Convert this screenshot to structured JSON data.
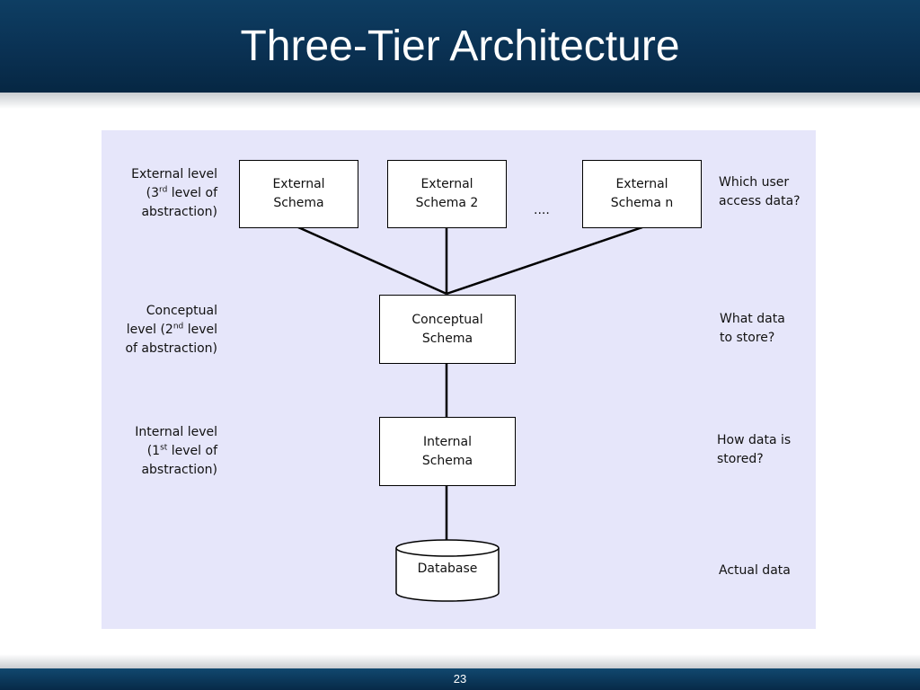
{
  "slide": {
    "title": "Three-Tier Architecture",
    "page_number": "23"
  },
  "diagram": {
    "levels": {
      "external": {
        "line1": "External level",
        "line2_pre": "(3",
        "line2_sup": "rd",
        "line2_post": " level of",
        "line3": "abstraction)"
      },
      "conceptual": {
        "line1": "Conceptual",
        "line2_pre": "level (2",
        "line2_sup": "nd",
        "line2_post": " level",
        "line3": "of abstraction)"
      },
      "internal": {
        "line1": "Internal level",
        "line2_pre": "(1",
        "line2_sup": "st",
        "line2_post": " level of",
        "line3": "abstraction)"
      }
    },
    "boxes": {
      "external_1": "External\nSchema",
      "external_2": "External\nSchema 2",
      "external_n": "External\nSchema n",
      "conceptual": "Conceptual\nSchema",
      "internal": "Internal\nSchema",
      "database": "Database"
    },
    "ellipsis": "....",
    "questions": {
      "external": "Which user\naccess data?",
      "conceptual": "What data\nto store?",
      "internal": "How data is\nstored?",
      "database": "Actual data"
    }
  },
  "colors": {
    "title_bar": "#0a3153",
    "panel_background": "#e6e6fa",
    "box_border": "#000000"
  }
}
